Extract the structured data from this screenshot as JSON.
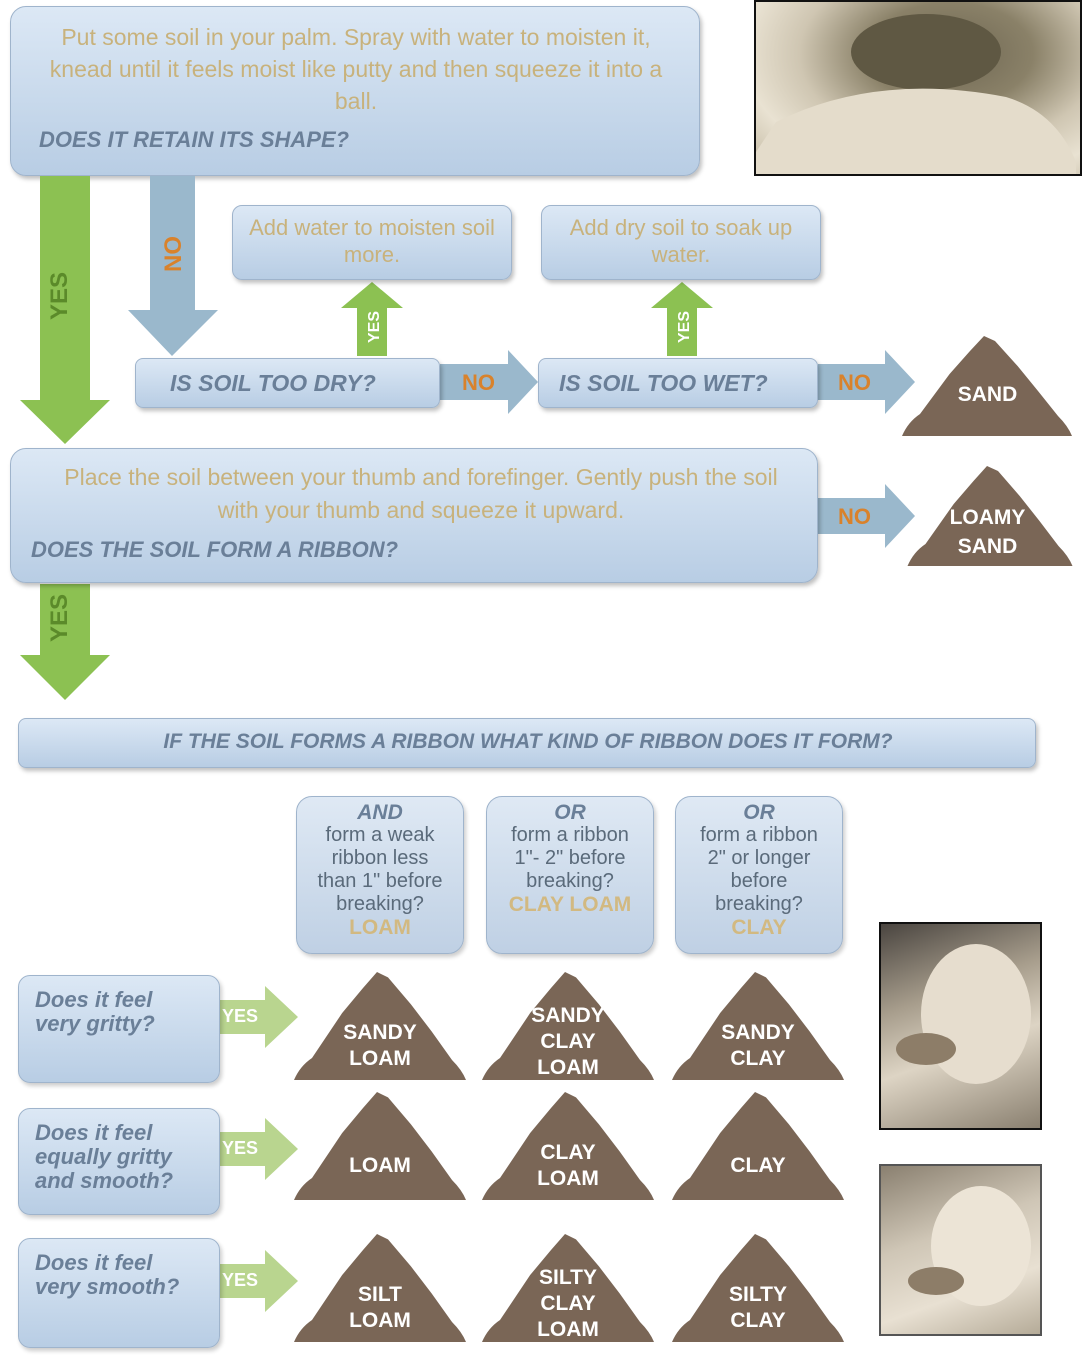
{
  "step1": {
    "instruction": "Put  some soil in your palm. Spray with water to moisten it, knead until it feels moist like putty and then squeeze it into a ball.",
    "question": "DOES IT RETAIN ITS SHAPE?"
  },
  "labels": {
    "yes": "YES",
    "no": "NO"
  },
  "too_dry": {
    "question": "IS SOIL TOO DRY?",
    "action": "Add water to moisten soil more."
  },
  "too_wet": {
    "question": "IS SOIL TOO WET?",
    "action": "Add dry soil to soak up water."
  },
  "step2": {
    "instruction": "Place the  soil between your thumb and forefinger. Gently push the soil with your thumb and squeeze it upward.",
    "question": "DOES THE SOIL FORM A RIBBON?"
  },
  "results": {
    "sand": "SAND",
    "loamy_sand": [
      "LOAMY",
      "SAND"
    ]
  },
  "ribbon_question": "IF THE SOIL FORMS A RIBBON WHAT KIND OF RIBBON DOES IT FORM?",
  "ribbons": [
    {
      "connector": "AND",
      "text": [
        "form a weak",
        "ribbon less",
        "than 1\" before",
        "breaking?"
      ],
      "result": "LOAM"
    },
    {
      "connector": "OR",
      "text": [
        "form a ribbon",
        "1\"- 2\" before",
        "breaking?"
      ],
      "result": "CLAY LOAM"
    },
    {
      "connector": "OR",
      "text": [
        "form a ribbon",
        "2\" or longer",
        "before",
        "breaking?"
      ],
      "result": "CLAY"
    }
  ],
  "feel_rows": [
    {
      "question": [
        "Does it feel",
        "very gritty?"
      ],
      "results": [
        [
          "SANDY",
          "LOAM"
        ],
        [
          "SANDY",
          "CLAY",
          "LOAM"
        ],
        [
          "SANDY",
          "CLAY"
        ]
      ]
    },
    {
      "question": [
        "Does it feel",
        "equally gritty",
        "and smooth?"
      ],
      "results": [
        [
          "LOAM"
        ],
        [
          "CLAY",
          "LOAM"
        ],
        [
          "CLAY"
        ]
      ]
    },
    {
      "question": [
        "Does it feel",
        "very smooth?"
      ],
      "results": [
        [
          "SILT",
          "LOAM"
        ],
        [
          "SILTY",
          "CLAY",
          "LOAM"
        ],
        [
          "SILTY",
          "CLAY"
        ]
      ]
    }
  ],
  "colors": {
    "green": "#8cc152",
    "blue_arrow": "#9ab8cc",
    "pile": "#7a6656",
    "tan_text": "#c8b27c",
    "orange_text": "#d9822b"
  }
}
